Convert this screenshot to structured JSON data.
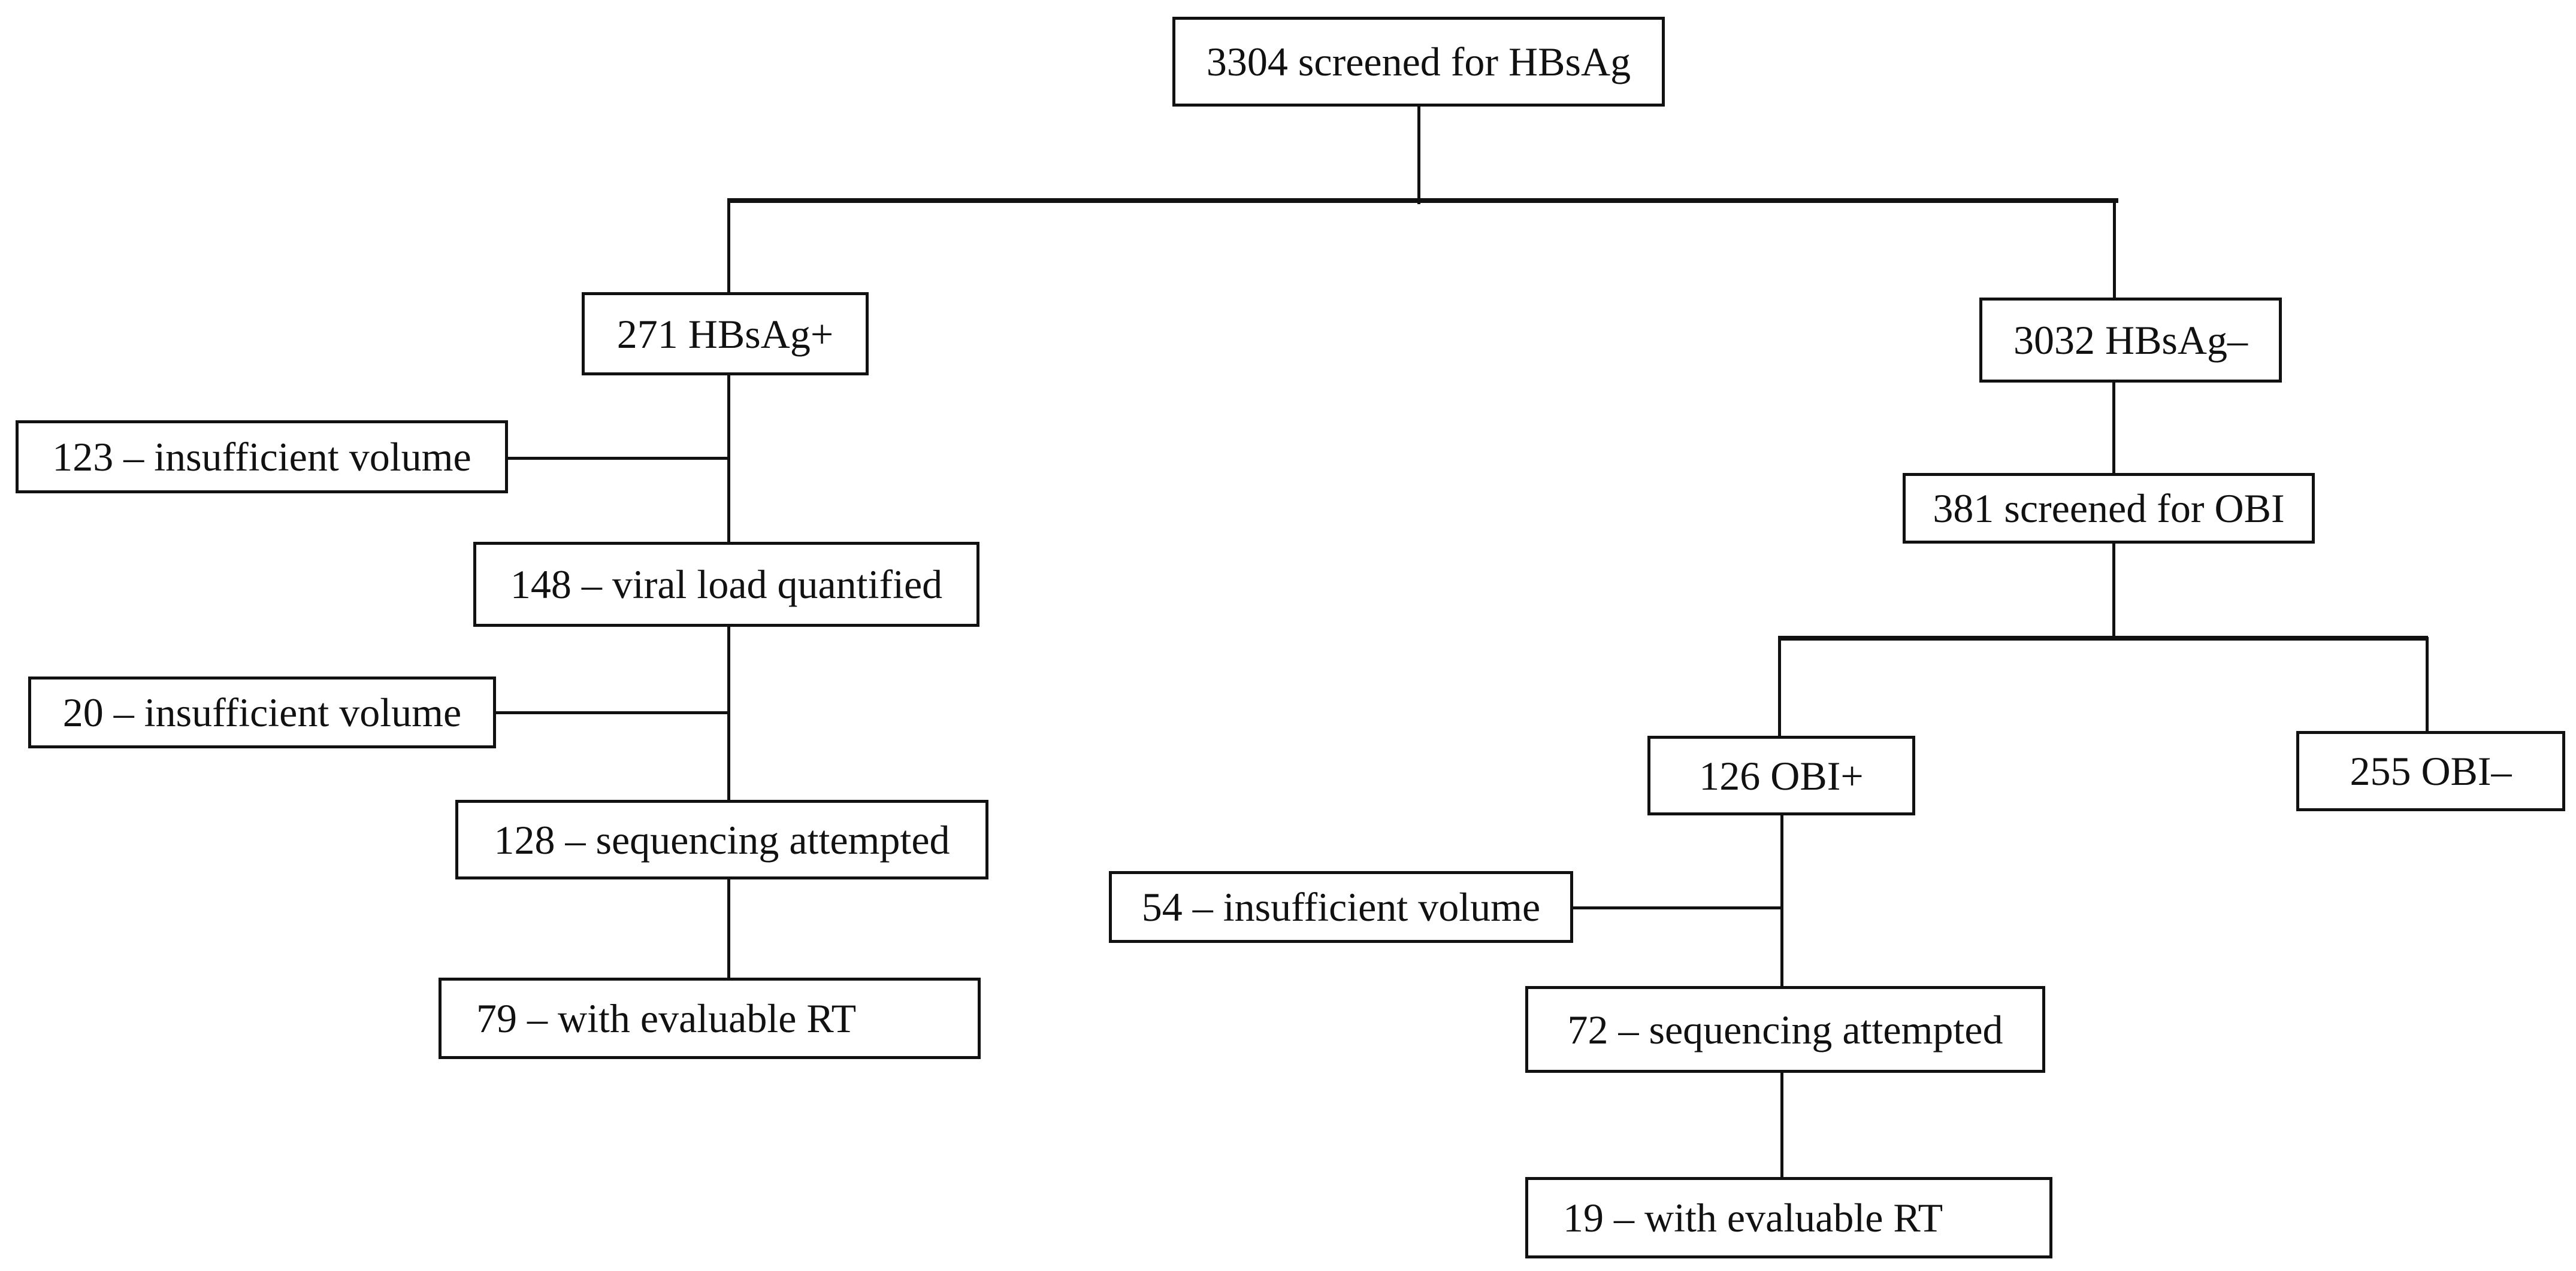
{
  "diagram": {
    "background": "#ffffff",
    "line_color": "#111111",
    "nodes": {
      "screened_hbsag": {
        "label": "3304 screened for HBsAg"
      },
      "hbsag_pos": {
        "label": "271 HBsAg+"
      },
      "hbsag_neg": {
        "label": "3032 HBsAg–"
      },
      "insufficient_123": {
        "label": "123 – insufficient volume"
      },
      "viral_load_148": {
        "label": "148 – viral load quantified"
      },
      "insufficient_20": {
        "label": "20 – insufficient volume"
      },
      "sequencing_128": {
        "label": "128 – sequencing attempted"
      },
      "evaluable_rt_79": {
        "label": "79 – with evaluable RT"
      },
      "screened_obi_381": {
        "label": "381 screened for OBI"
      },
      "obi_pos_126": {
        "label": "126 OBI+"
      },
      "obi_neg_255": {
        "label": "255 OBI–"
      },
      "insufficient_54": {
        "label": "54 – insufficient volume"
      },
      "sequencing_72": {
        "label": "72 – sequencing attempted"
      },
      "evaluable_rt_19": {
        "label": "19 – with evaluable RT"
      }
    }
  }
}
